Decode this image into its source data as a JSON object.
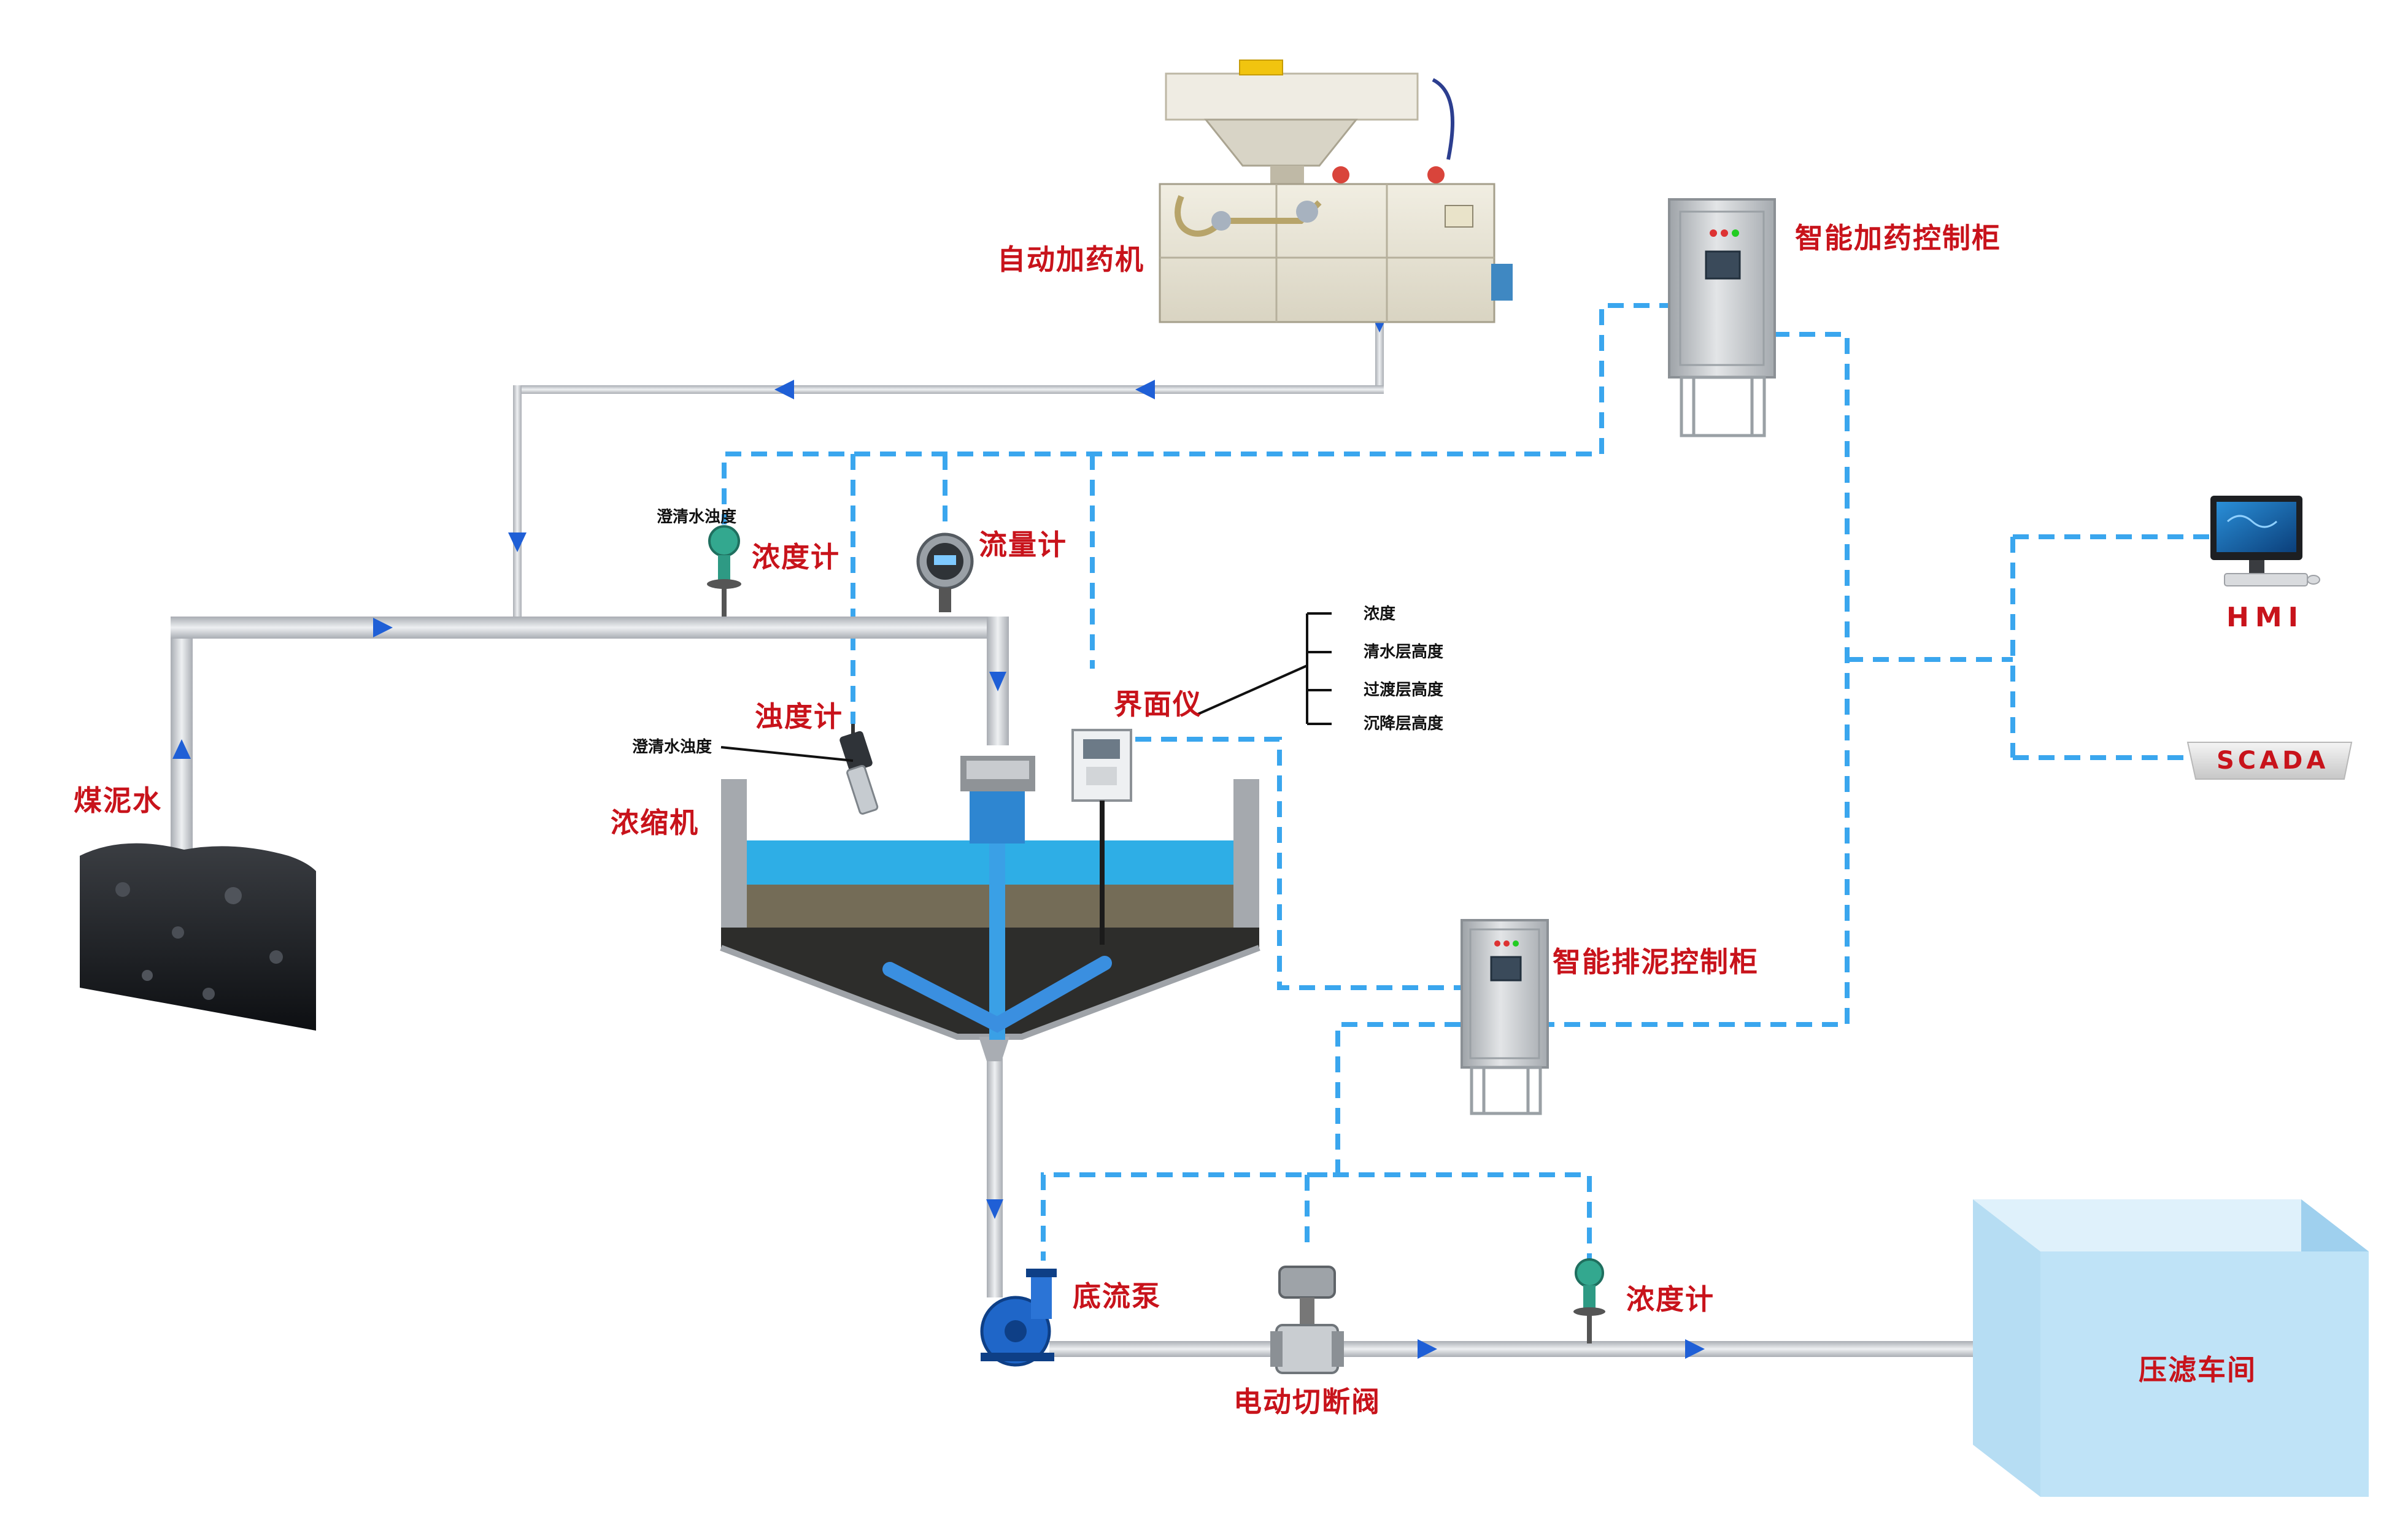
{
  "equipment": {
    "doser": "自动加药机",
    "dosing_cabinet": "智能加药控制柜",
    "discharge_cabinet": "智能排泥控制柜",
    "thickener": "浓缩机",
    "coal_slurry": "煤泥水",
    "filter_press": "压滤车间",
    "underflow_pump": "底流泵",
    "shutoff_valve": "电动切断阀",
    "hmi": "HMI",
    "scada": "SCADA"
  },
  "instruments": {
    "feed_density_meter": "浓度计",
    "feed_density_note": "澄清水浊度",
    "flow_meter": "流量计",
    "turbidity_meter": "浊度计",
    "turbidity_note": "澄清水浊度",
    "interface_meter": "界面仪",
    "interface_outputs": [
      "浓度",
      "清水层高度",
      "过渡层高度",
      "沉降层高度"
    ],
    "underflow_density_meter": "浓度计"
  },
  "colors": {
    "label_red": "#c8131b",
    "pipe_gray": "#c9ccd0",
    "flow_arrow_blue": "#1f5fd6",
    "signal_dash": "#3aa6ee",
    "clear_water": "#2eaee6",
    "settling_layer": "#746c57",
    "sludge_layer": "#2d2d2b",
    "cabinet_steel": "#bfc3c7",
    "filter_press_blue": "#bfe3f7"
  }
}
